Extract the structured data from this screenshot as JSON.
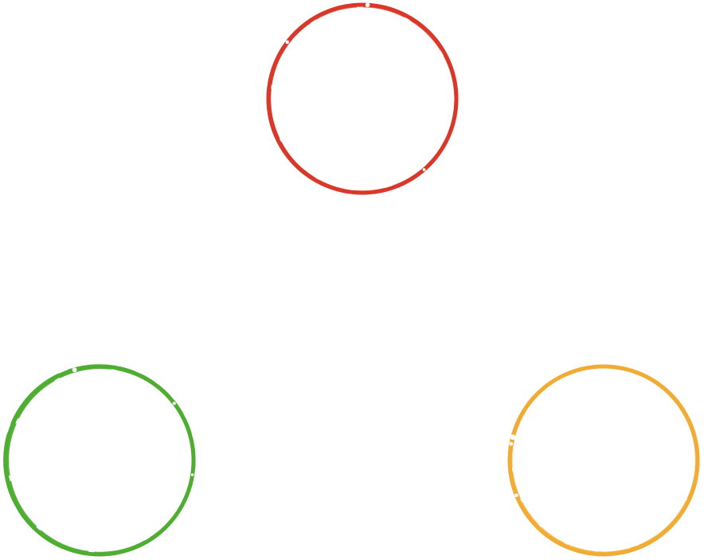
{
  "rings": [
    {
      "name": "red-brush-ring",
      "color": "#d9392a"
    },
    {
      "name": "green-brush-ring",
      "color": "#4fae32"
    },
    {
      "name": "orange-brush-ring",
      "color": "#f0ac34"
    }
  ]
}
